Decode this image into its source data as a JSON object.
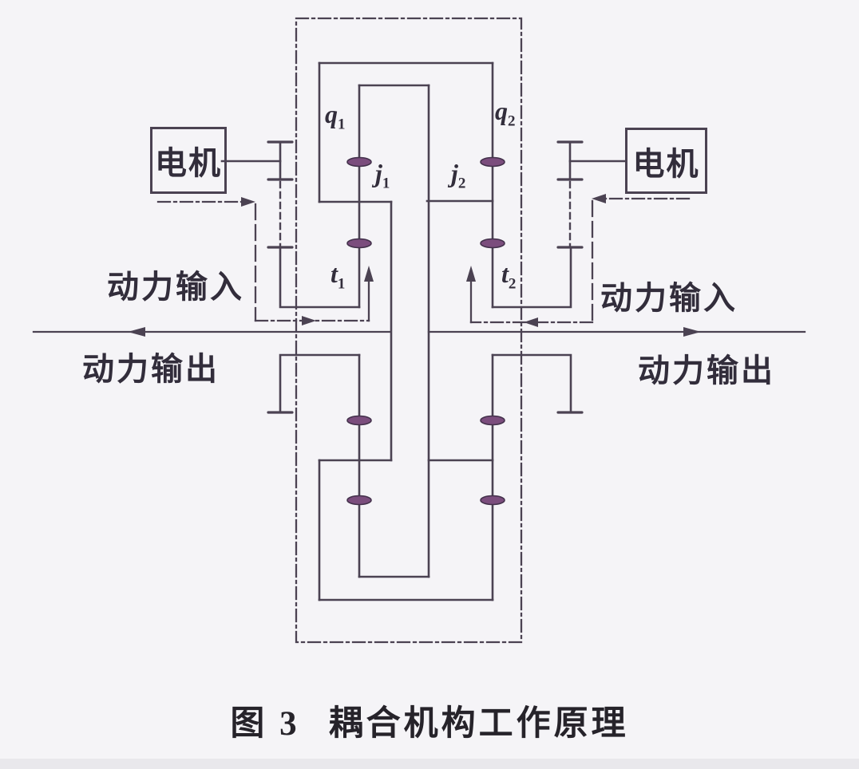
{
  "figure_caption": {
    "prefix": "图 3",
    "title": "耦合机构工作原理"
  },
  "motors": {
    "left_label": "电机",
    "right_label": "电机"
  },
  "power_labels": {
    "input_left": "动力输入",
    "input_right": "动力输入",
    "output_left": "动力输出",
    "output_right": "动力输出"
  },
  "shaft_labels": {
    "q1": {
      "base": "q",
      "sub": "1"
    },
    "q2": {
      "base": "q",
      "sub": "2"
    },
    "j1": {
      "base": "j",
      "sub": "1"
    },
    "j2": {
      "base": "j",
      "sub": "2"
    },
    "t1": {
      "base": "t",
      "sub": "1"
    },
    "t2": {
      "base": "t",
      "sub": "2"
    }
  },
  "colors": {
    "background": "#f5f4f7",
    "line": "#4b4252",
    "text": "#322d3b",
    "gear_fill": "#7b4d7d",
    "gear_stroke": "#43314b",
    "caption": "#26232a"
  }
}
